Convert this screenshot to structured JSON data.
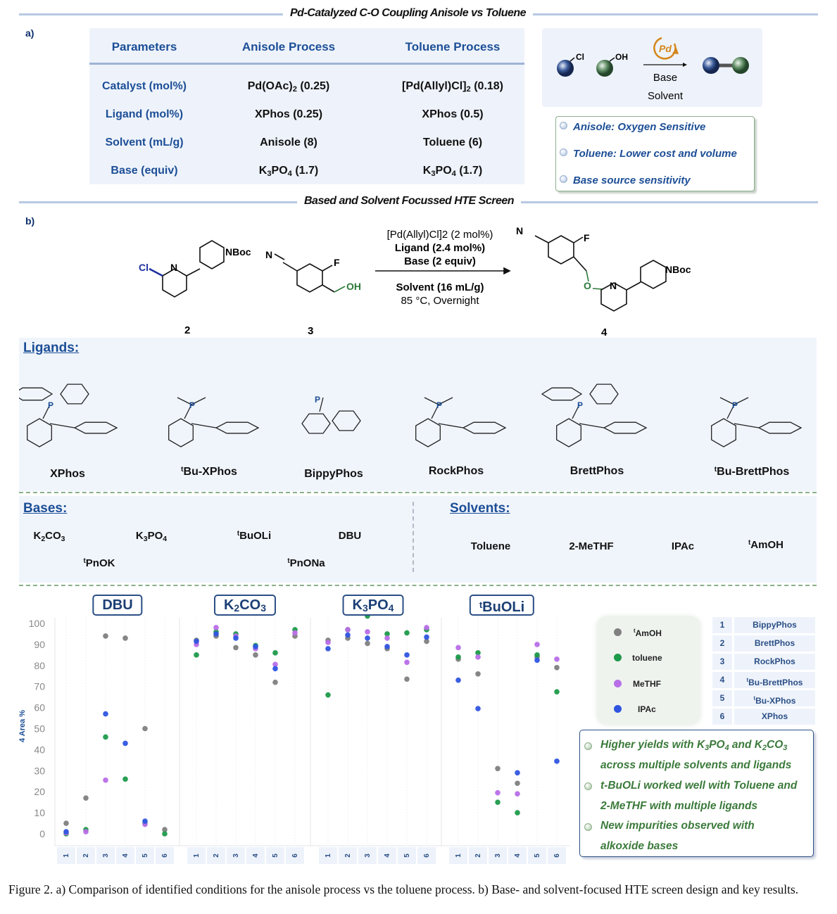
{
  "part_a": {
    "title": "Pd-Catalyzed C-O Coupling Anisole vs Toluene",
    "label": "a)",
    "table": {
      "headers": [
        "Parameters",
        "Anisole Process",
        "Toluene Process"
      ],
      "rows": [
        [
          "Catalyst (mol%)",
          "Pd(OAc)2 (0.25)",
          "[Pd(Allyl)Cl]2 (0.18)"
        ],
        [
          "Ligand (mol%)",
          "XPhos (0.25)",
          "XPhos (0.5)"
        ],
        [
          "Solvent (mL/g)",
          "Anisole (8)",
          "Toluene (6)"
        ],
        [
          "Base (equiv)",
          "K3PO4 (1.7)",
          "K3PO4 (1.7)"
        ]
      ]
    },
    "scheme": {
      "cl": "Cl",
      "oh": "OH",
      "pd": "Pd",
      "base": "Base",
      "solvent": "Solvent"
    },
    "notes": [
      "Anisole: Oxygen Sensitive",
      "Toluene: Lower cost and volume",
      "Base source sensitivity"
    ]
  },
  "part_b": {
    "title": "Based and Solvent Focussed HTE Screen",
    "label": "b)",
    "reaction": {
      "cmpd2": {
        "number": "2",
        "cl": "Cl",
        "n": "N",
        "nboc": "NBoc"
      },
      "cmpd3": {
        "number": "3",
        "n": "N",
        "f": "F",
        "oh": "OH"
      },
      "cmpd4": {
        "number": "4",
        "n1": "N",
        "f": "F",
        "o": "O",
        "n2": "N",
        "nboc": "NBoc"
      },
      "conditions_above": [
        "[Pd(Allyl)Cl]2 (2 mol%)",
        "Ligand (2.4 mol%)",
        "Base (2 equiv)"
      ],
      "conditions_below": [
        "Solvent (16 mL/g)",
        "85 °C, Overnight"
      ]
    },
    "ligands_heading": "Ligands",
    "ligands": [
      "XPhos",
      "tBu-XPhos",
      "BippyPhos",
      "RockPhos",
      "BrettPhos",
      "tBu-BrettPhos"
    ],
    "bases_heading": "Bases",
    "bases": [
      "K2CO3",
      "K3PO4",
      "tBuOLi",
      "DBU",
      "tPnOK",
      "tPnONa"
    ],
    "solvents_heading": "Solvents",
    "solvents": [
      "Toluene",
      "2-MeTHF",
      "IPAc",
      "tAmOH"
    ],
    "ligand_key": [
      {
        "n": "1",
        "name": "BippyPhos"
      },
      {
        "n": "2",
        "name": "BrettPhos"
      },
      {
        "n": "3",
        "name": "RockPhos"
      },
      {
        "n": "4",
        "name": "tBu-BrettPhos"
      },
      {
        "n": "5",
        "name": "tBu-XPhos"
      },
      {
        "n": "6",
        "name": "XPhos"
      }
    ],
    "results": [
      [
        "Higher yields with K3PO4 and K2CO3",
        "across multiple solvents and ligands"
      ],
      [
        "t-BuOLi worked well with Toluene and",
        "2-MeTHF with multiple ligands"
      ],
      [
        "New impurities observed with",
        "alkoxide bases"
      ]
    ]
  },
  "chart_data": {
    "type": "scatter",
    "ylabel": "4 Area %",
    "ylim": [
      0,
      100
    ],
    "yticks": [
      0,
      10,
      20,
      30,
      40,
      50,
      60,
      70,
      80,
      90,
      100
    ],
    "xticks": [
      "1",
      "2",
      "3",
      "4",
      "5",
      "6"
    ],
    "grid": "vertical",
    "legend_placement": "right",
    "panels": [
      "DBU",
      "K2CO3",
      "K3PO4",
      "tBuOLi"
    ],
    "series": [
      {
        "name": "tAmOH",
        "color": "#808080",
        "values": {
          "DBU": [
            5,
            17,
            94,
            93,
            50,
            2
          ],
          "K2CO3": [
            92,
            94,
            88.5,
            85,
            72,
            94
          ],
          "K3PO4": [
            92,
            93,
            90.5,
            88,
            73.5,
            91.5
          ],
          "tBuOLi": [
            83,
            76,
            31,
            24,
            84,
            79
          ]
        }
      },
      {
        "name": "toluene",
        "color": "#1e9a4b",
        "values": {
          "DBU": [
            0,
            2,
            46,
            26,
            5,
            0
          ],
          "K2CO3": [
            85,
            96,
            95,
            89.5,
            86,
            97
          ],
          "K3PO4": [
            66,
            97,
            103.5,
            95,
            95.5,
            97
          ],
          "tBuOLi": [
            84,
            86,
            15,
            10,
            85,
            67.5
          ]
        }
      },
      {
        "name": "MeTHF",
        "color": "#b86ee8",
        "values": {
          "DBU": [
            0.5,
            1,
            25.5,
            null,
            4.5,
            null
          ],
          "K2CO3": [
            90,
            98,
            94,
            88,
            80.5,
            95.5
          ],
          "K3PO4": [
            91,
            97,
            96,
            93,
            81.5,
            98
          ],
          "tBuOLi": [
            88.5,
            84,
            19.5,
            19,
            90,
            83
          ]
        }
      },
      {
        "name": "IPAc",
        "color": "#2f55e0",
        "values": {
          "DBU": [
            1,
            null,
            57,
            43,
            6,
            null
          ],
          "K2CO3": [
            91.5,
            95,
            93,
            89,
            78.5,
            null
          ],
          "K3PO4": [
            88,
            94.5,
            93,
            89,
            85,
            93.5
          ],
          "tBuOLi": [
            73,
            59.5,
            null,
            29,
            82.5,
            34.5
          ]
        }
      }
    ]
  },
  "caption": "Figure 2. a) Comparison of identified conditions for the anisole process vs the toluene process. b) Base- and solvent-focused HTE screen design and key results."
}
